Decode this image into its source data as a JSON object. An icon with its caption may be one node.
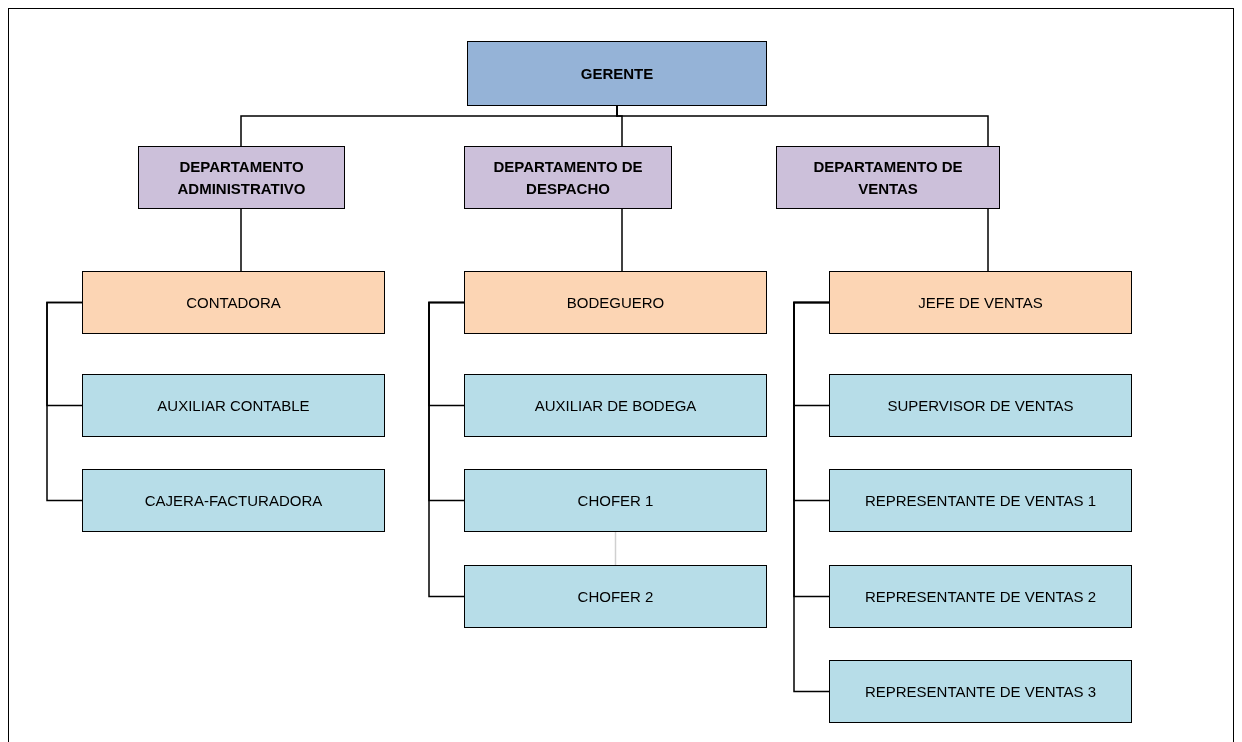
{
  "diagram": {
    "nodes": [
      {
        "text": [
          "GERENTE"
        ]
      },
      {
        "text": [
          "DEPARTAMENTO ADMINISTRATIVO"
        ]
      },
      {
        "text": [
          "DEPARTAMENTO DE DESPACHO"
        ]
      },
      {
        "text": [
          "DEPARTAMENTO DE VENTAS"
        ]
      },
      {
        "text": [
          "CONTADORA"
        ]
      },
      {
        "text": [
          "AUXILIAR CONTABLE"
        ]
      },
      {
        "text": [
          "CAJERA-FACTURADORA"
        ]
      },
      {
        "text": [
          "BODEGUERO"
        ]
      },
      {
        "text": [
          "AUXILIAR DE BODEGA"
        ]
      },
      {
        "text": [
          "CHOFER 1"
        ]
      },
      {
        "text": [
          "CHOFER 2"
        ]
      },
      {
        "text": [
          "JEFE DE VENTAS"
        ]
      },
      {
        "text": [
          "SUPERVISOR DE VENTAS"
        ]
      },
      {
        "text": [
          "REPRESENTANTE DE VENTAS 1"
        ]
      },
      {
        "text": [
          "REPRESENTANTE DE VENTAS 2"
        ]
      },
      {
        "text": [
          "REPRESENTANTE DE VENTAS 3"
        ]
      }
    ],
    "edges": [
      {
        "from": 0,
        "to": 1,
        "arrow": "none"
      },
      {
        "from": 0,
        "to": 2,
        "arrow": "none"
      },
      {
        "from": 0,
        "to": 3,
        "arrow": "none"
      },
      {
        "from": 1,
        "to": 4,
        "arrow": "none"
      },
      {
        "from": 2,
        "to": 7,
        "arrow": "none"
      },
      {
        "from": 3,
        "to": 11,
        "arrow": "none"
      },
      {
        "from": 4,
        "to": 5,
        "arrow": "none"
      },
      {
        "from": 4,
        "to": 6,
        "arrow": "none"
      },
      {
        "from": 7,
        "to": 8,
        "arrow": "none"
      },
      {
        "from": 7,
        "to": 9,
        "arrow": "none"
      },
      {
        "from": 7,
        "to": 10,
        "arrow": "none"
      },
      {
        "from": 9,
        "to": 10,
        "arrow": "none",
        "color": "#d0d0d0"
      },
      {
        "from": 11,
        "to": 12,
        "arrow": "none"
      },
      {
        "from": 11,
        "to": 13,
        "arrow": "none"
      },
      {
        "from": 11,
        "to": 14,
        "arrow": "none"
      },
      {
        "from": 11,
        "to": 15,
        "arrow": "none"
      }
    ]
  }
}
